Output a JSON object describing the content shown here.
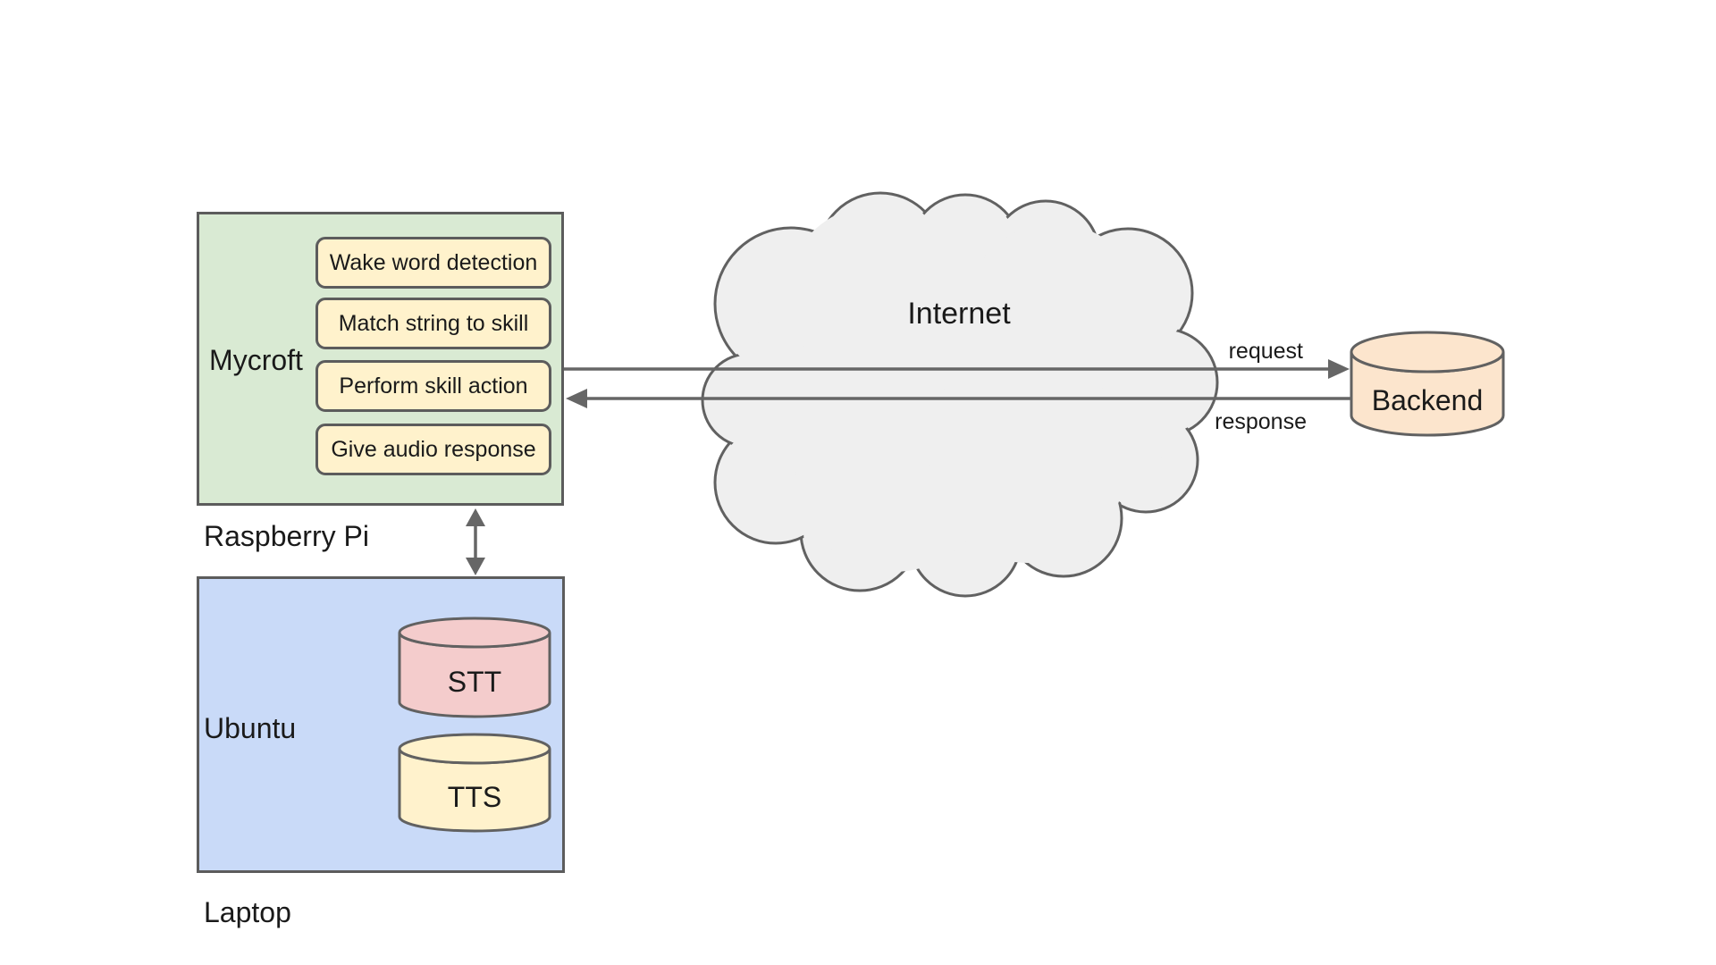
{
  "colors": {
    "background": "#ffffff",
    "raspberry_box_fill": "#d9ead3",
    "step_box_fill": "#fff2cc",
    "laptop_box_fill": "#c9daf8",
    "stt_cylinder_fill": "#f4cccc",
    "tts_cylinder_fill": "#fff2cc",
    "backend_cylinder_fill": "#fce5cd",
    "cloud_fill": "#efefef",
    "shape_stroke": "#5c5c5c",
    "arrow_stroke": "#666666",
    "text": "#1a1a1a"
  },
  "raspberry": {
    "title": "Mycroft",
    "caption": "Raspberry Pi",
    "steps": [
      "Wake word detection",
      "Match string to skill",
      "Perform skill action",
      "Give audio response"
    ]
  },
  "laptop": {
    "title": "Ubuntu",
    "caption": "Laptop",
    "services": [
      {
        "label": "STT"
      },
      {
        "label": "TTS"
      }
    ]
  },
  "cloud": {
    "label": "Internet"
  },
  "backend": {
    "label": "Backend"
  },
  "links": {
    "request_label": "request",
    "response_label": "response"
  }
}
